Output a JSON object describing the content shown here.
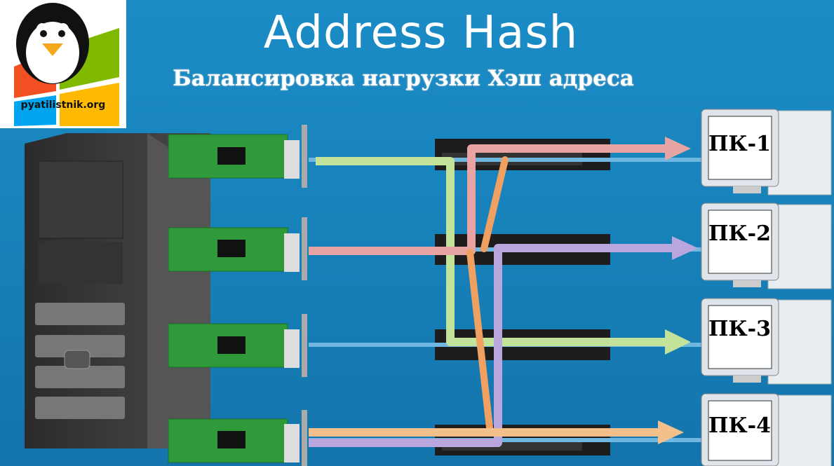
{
  "header": {
    "title": "Address Hash",
    "subtitle": "Балансировка нагрузки Хэш адреса"
  },
  "logo": {
    "text": "pyatilistnik.org"
  },
  "pcs": [
    {
      "label": "ПК-1"
    },
    {
      "label": "ПК-2"
    },
    {
      "label": "ПК-3"
    },
    {
      "label": "ПК-4"
    }
  ],
  "colors": {
    "background": "#1a86bf",
    "nic_board": "#2f9a3a",
    "flow_green": "#c3e39a",
    "flow_pink": "#e8a3a3",
    "flow_orange": "#f0a060",
    "flow_purple": "#b9a6dd",
    "flow_peach": "#f3c08c"
  }
}
